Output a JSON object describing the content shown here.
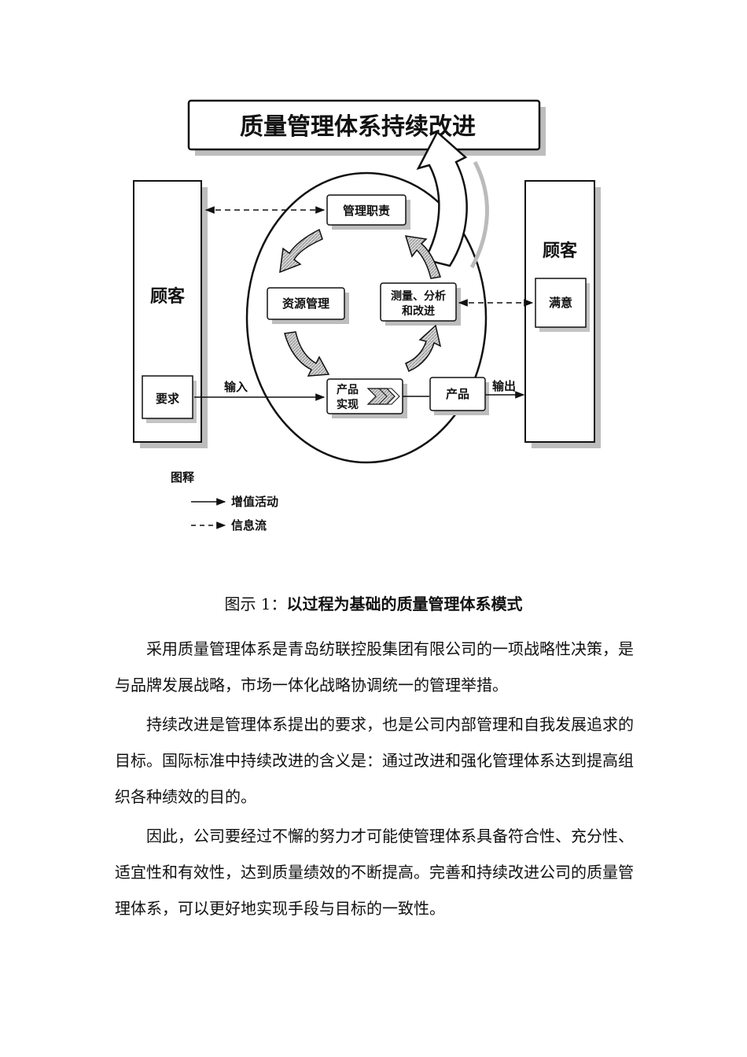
{
  "diagram": {
    "title": "质量管理体系持续改进",
    "customer_left": "顾客",
    "customer_right": "顾客",
    "requirement": "要求",
    "satisfaction": "满意",
    "management_responsibility": "管理职责",
    "resource_management": "资源管理",
    "measurement_line1": "测量、分析",
    "measurement_line2": "和改进",
    "product_realization_line1": "产品",
    "product_realization_line2": "实现",
    "product": "产品",
    "input_label": "输入",
    "output_label": "输出",
    "legend_title": "图释",
    "legend_value_added": "增值活动",
    "legend_info_flow": "信息流"
  },
  "caption": {
    "prefix": "图示 1：",
    "title": "以过程为基础的质量管理体系模式"
  },
  "paragraphs": [
    "采用质量管理体系是青岛纺联控股集团有限公司的一项战略性决策，是与品牌发展战略，市场一体化战略协调统一的管理举措。",
    "持续改进是管理体系提出的要求，也是公司内部管理和自我发展追求的目标。国际标准中持续改进的含义是：通过改进和强化管理体系达到提高组织各种绩效的目的。",
    "因此，公司要经过不懈的努力才可能使管理体系具备符合性、充分性、适宜性和有效性，达到质量绩效的不断提高。完善和持续改进公司的质量管理体系，可以更好地实现手段与目标的一致性。"
  ]
}
